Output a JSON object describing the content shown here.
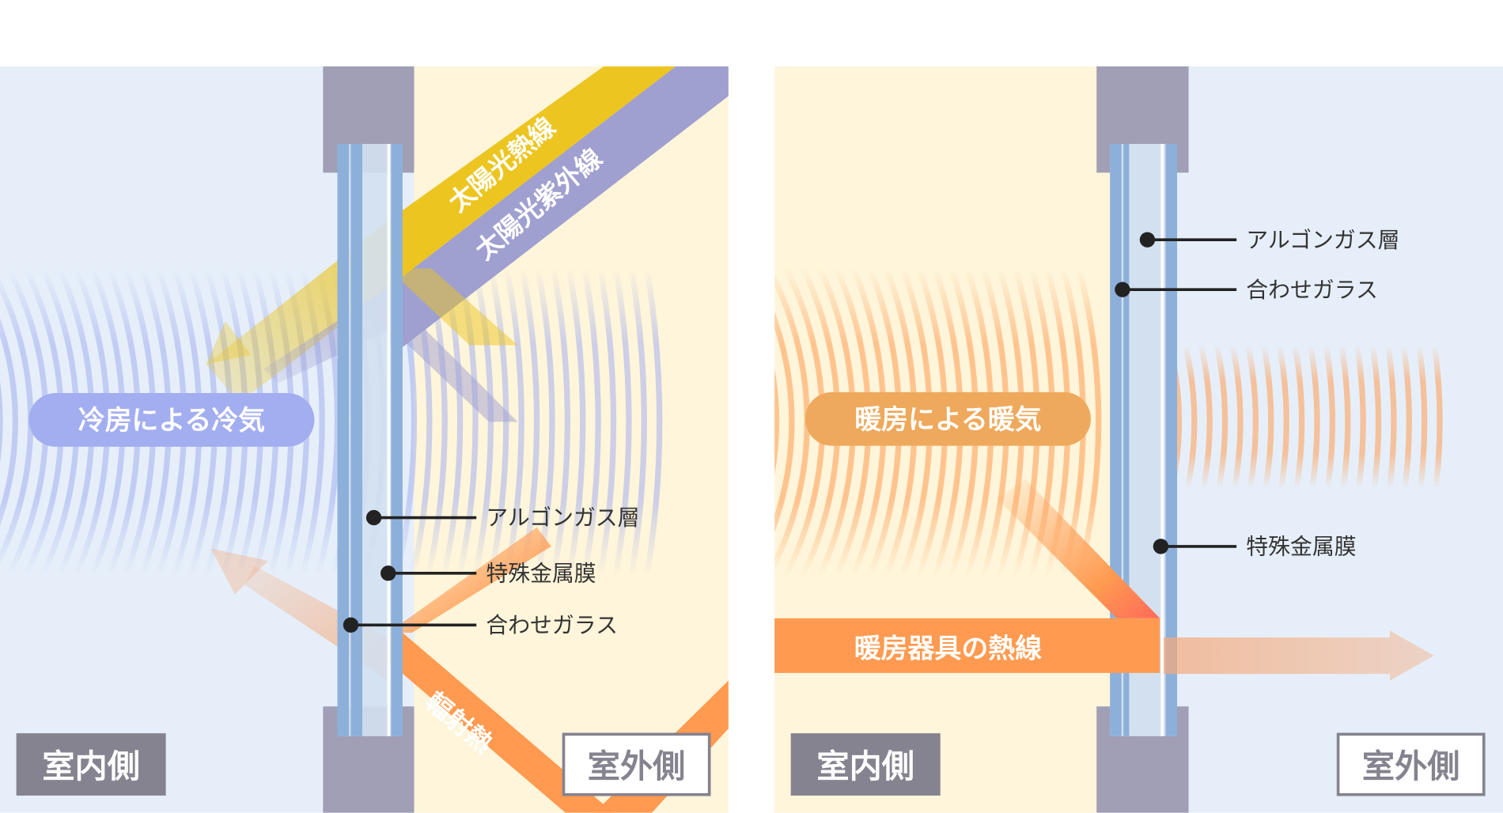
{
  "summer": {
    "title": "夏涼しい遮熱の仕組み",
    "solar_heat": "太陽光熱線",
    "solar_uv": "太陽光紫外線",
    "cool_air": "冷房による冷気",
    "radiant_heat": "輻射熱",
    "labels": [
      "アルゴンガス層",
      "特殊金属膜",
      "合わせガラス"
    ],
    "indoor": "室内側",
    "outdoor": "室外側"
  },
  "winter": {
    "title": "冬暖かい断熱の仕組み",
    "warm_air": "暖房による暖気",
    "heater_rays": "暖房器具の熱線",
    "labels": [
      "アルゴンガス層",
      "合わせガラス",
      "特殊金属膜"
    ],
    "indoor": "室内側",
    "outdoor": "室外側"
  },
  "colors": {
    "header": "#85838f",
    "cool": "#a3aef0",
    "warm": "#eea95c",
    "heat": "#ff9a50",
    "solar": "#ecc520",
    "uv": "#9f9fd0"
  }
}
